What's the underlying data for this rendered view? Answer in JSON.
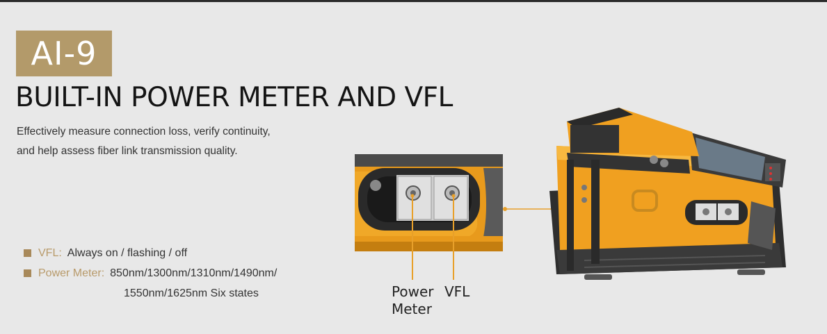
{
  "badge": {
    "text": "AI-9"
  },
  "headline": "BUILT-IN POWER METER AND VFL",
  "description": [
    "Effectively measure connection loss, verify continuity,",
    "and help assess fiber link transmission quality."
  ],
  "specs": {
    "vfl": {
      "key": "VFL:",
      "value": "Always on / flashing / off"
    },
    "power_meter": {
      "key": "Power Meter:",
      "value": "850nm/1300nm/1310nm/1490nm/",
      "continuation": "1550nm/1625nm  Six states"
    }
  },
  "callouts": {
    "power_meter_line1": "Power",
    "power_meter_line2": "Meter",
    "vfl": "VFL"
  },
  "colors": {
    "accent": "#b39a6a",
    "orange": "#f0a020",
    "dark": "#2a2a2a",
    "background": "#e8e8e8"
  }
}
